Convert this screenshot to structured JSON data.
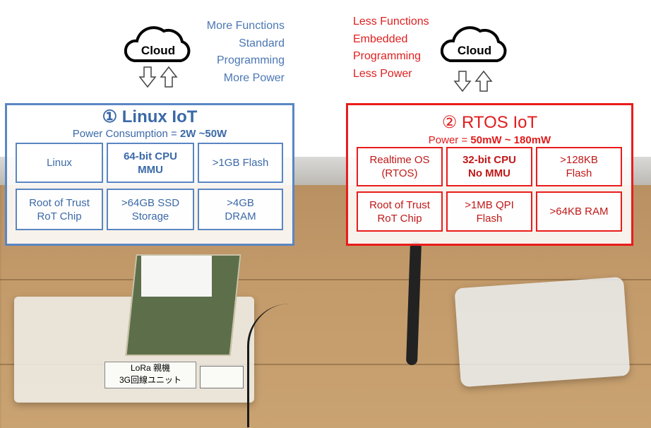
{
  "left_cloud": {
    "label": "Cloud",
    "features": [
      "More Functions",
      "Standard",
      "Programming",
      "More Power"
    ],
    "text_color": "#4b77b4"
  },
  "right_cloud": {
    "label": "Cloud",
    "features": [
      "Less Functions",
      "Embedded",
      "Programming",
      "Less Power"
    ],
    "text_color": "#e02020"
  },
  "linux_panel": {
    "title": "① Linux IoT",
    "subtitle_prefix": "Power Consumption = ",
    "subtitle_value": "2W ~50W",
    "accent": "#5a86c2",
    "cells": [
      {
        "line1": "Linux",
        "line2": ""
      },
      {
        "line1": "64-bit CPU",
        "line2": "MMU"
      },
      {
        "line1": ">1GB Flash",
        "line2": ""
      },
      {
        "line1": "Root of Trust",
        "line2": "RoT Chip"
      },
      {
        "line1": ">64GB SSD",
        "line2": "Storage"
      },
      {
        "line1": ">4GB",
        "line2": "DRAM"
      }
    ]
  },
  "rtos_panel": {
    "title": "② RTOS IoT",
    "subtitle_prefix": "Power = ",
    "subtitle_value": "50mW ~ 180mW",
    "accent": "#ea1c1c",
    "cells": [
      {
        "line1": "Realtime OS",
        "line2": "(RTOS)"
      },
      {
        "line1": "32-bit CPU",
        "line2": "No MMU"
      },
      {
        "line1": ">128KB",
        "line2": "Flash"
      },
      {
        "line1": "Root of Trust",
        "line2": "RoT Chip"
      },
      {
        "line1": ">1MB QPI",
        "line2": "Flash"
      },
      {
        "line1": ">64KB RAM",
        "line2": ""
      }
    ]
  },
  "photo_labels": {
    "left_box_label_1": "LoRa 親機",
    "left_box_label_2": "3G回線ユニット"
  }
}
